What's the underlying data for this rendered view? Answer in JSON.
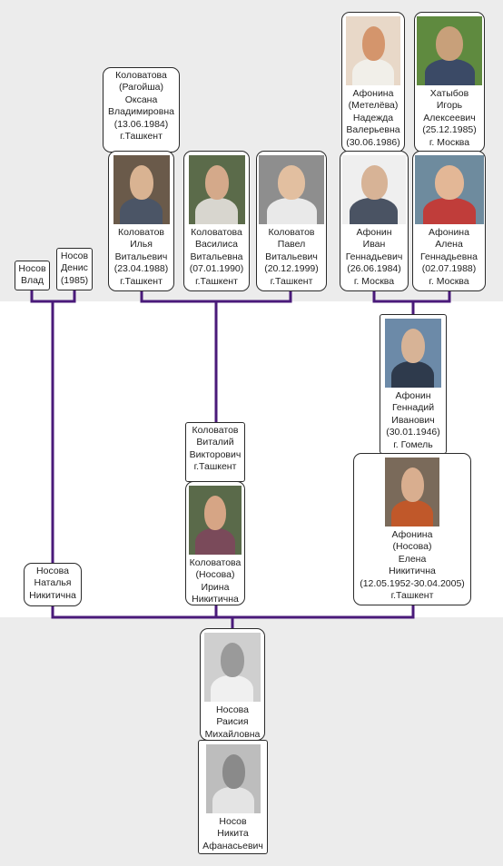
{
  "people": {
    "oksana": {
      "lines": [
        "Коловатова",
        "(Рагойша)",
        "Оксана",
        "Владимировна",
        "(13.06.1984)",
        "г.Ташкент"
      ]
    },
    "nadezhda": {
      "lines": [
        "Афонина",
        "(Метелёва)",
        "Надежда",
        "Валерьевна",
        "(30.06.1986)"
      ]
    },
    "igor": {
      "lines": [
        "Хатыбов",
        "Игорь",
        "Алексеевич",
        "(25.12.1985)",
        "г. Москва"
      ]
    },
    "ilya": {
      "lines": [
        "Коловатов",
        "Илья",
        "Витальевич",
        "(23.04.1988)",
        "г.Ташкент"
      ]
    },
    "vasilisa": {
      "lines": [
        "Коловатова",
        "Василиса",
        "Витальевна",
        "(07.01.1990)",
        "г.Ташкент"
      ]
    },
    "pavel": {
      "lines": [
        "Коловатов",
        "Павел",
        "Витальевич",
        "(20.12.1999)",
        "г.Ташкент"
      ]
    },
    "ivan": {
      "lines": [
        "Афонин",
        "Иван",
        "Геннадьевич",
        "(26.06.1984)",
        "г. Москва"
      ]
    },
    "alena": {
      "lines": [
        "Афонина",
        "Алена",
        "Геннадьевна",
        "(02.07.1988)",
        "г. Москва"
      ]
    },
    "vlad": {
      "lines": [
        "Носов",
        "Влад"
      ]
    },
    "denis": {
      "lines": [
        "Носов",
        "Денис",
        "(1985)"
      ]
    },
    "gennadiy": {
      "lines": [
        "Афонин",
        "Геннадий",
        "Иванович",
        "(30.01.1946)",
        "г. Гомель"
      ]
    },
    "vitaliy": {
      "lines": [
        "Коловатов",
        "Виталий",
        "Викторович",
        "г.Ташкент"
      ]
    },
    "irina": {
      "lines": [
        "Коловатова",
        "(Носова)",
        "Ирина",
        "Никитична"
      ]
    },
    "elena": {
      "lines": [
        "Афонина",
        "(Носова)",
        "Елена",
        "Никитична",
        "(12.05.1952-30.04.2005)",
        "г.Ташкент"
      ]
    },
    "natalya": {
      "lines": [
        "Носова",
        "Наталья",
        "Никитична"
      ]
    },
    "raisiya": {
      "lines": [
        "Носова",
        "Раисия",
        "Михайловна"
      ]
    },
    "nikita": {
      "lines": [
        "Носов",
        "Никита",
        "Афанасьевич"
      ]
    }
  },
  "colors": {
    "connector": "#4a1a7a",
    "band": "#ececec"
  }
}
